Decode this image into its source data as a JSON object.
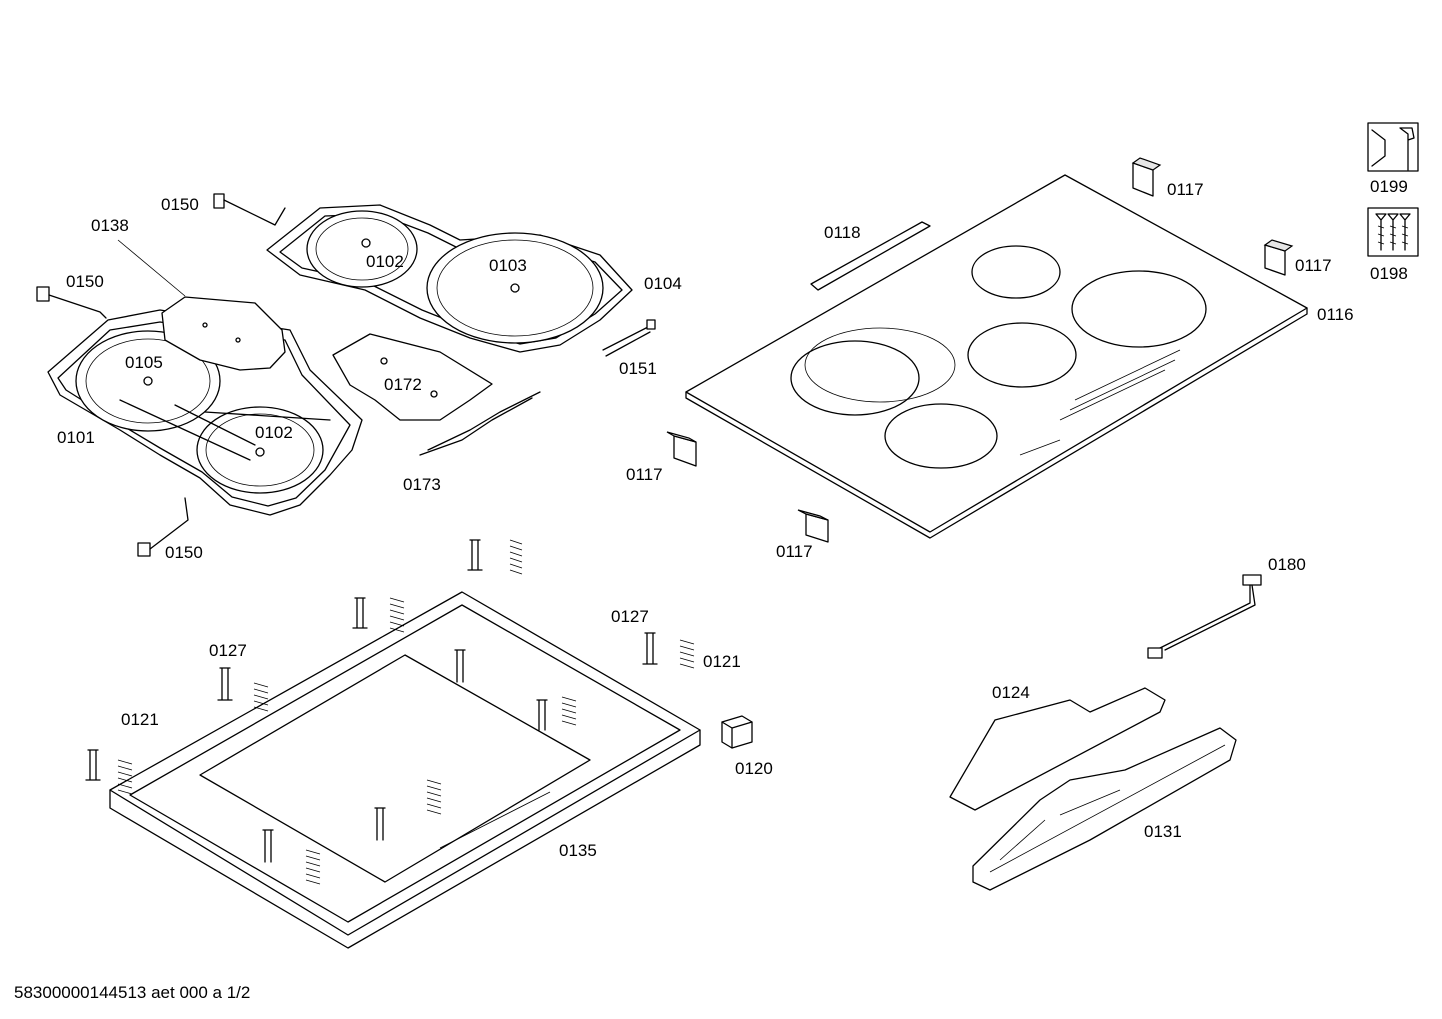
{
  "labels": {
    "p0150_top": "0150",
    "p0138": "0138",
    "p0150_left": "0150",
    "p0102_upper": "0102",
    "p0103": "0103",
    "p0104": "0104",
    "p0105": "0105",
    "p0151": "0151",
    "p0172": "0172",
    "p0101": "0101",
    "p0102_lower": "0102",
    "p0173": "0173",
    "p0150_bottom": "0150",
    "p0118": "0118",
    "p0117_top": "0117",
    "p0117_right": "0117",
    "p0116": "0116",
    "p0117_left": "0117",
    "p0117_bottom": "0117",
    "p0199": "0199",
    "p0198": "0198",
    "p0127_right": "0127",
    "p0127_left": "0127",
    "p0121_right": "0121",
    "p0121_left": "0121",
    "p0120": "0120",
    "p0135": "0135",
    "p0180": "0180",
    "p0124": "0124",
    "p0131": "0131"
  },
  "footer": "58300000144513 aet 000 a 1/2"
}
